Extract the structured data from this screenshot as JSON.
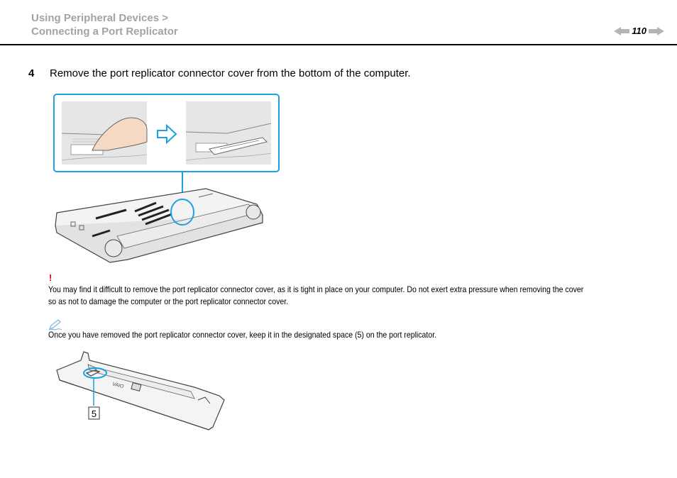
{
  "header": {
    "breadcrumb_line1": "Using Peripheral Devices >",
    "breadcrumb_line2": "Connecting a Port Replicator",
    "page_number": "110"
  },
  "step": {
    "number": "4",
    "text": "Remove the port replicator connector cover from the bottom of the computer."
  },
  "warning": {
    "mark": "!",
    "text": "You may find it difficult to remove the port replicator connector cover, as it is tight in place on your computer. Do not exert extra pressure when removing the cover so as not to damage the computer or the port replicator connector cover."
  },
  "note": {
    "text": "Once you have removed the port replicator connector cover, keep it in the designated space (5) on the port replicator."
  },
  "figure2": {
    "callout_label": "5",
    "brand_mark": "VAIO"
  },
  "colors": {
    "breadcrumb": "#a3a3a3",
    "callout": "#1ba0e0",
    "warning": "#e00000",
    "note_icon": "#7bbde0",
    "pager_arrow": "#b5b5b5"
  }
}
